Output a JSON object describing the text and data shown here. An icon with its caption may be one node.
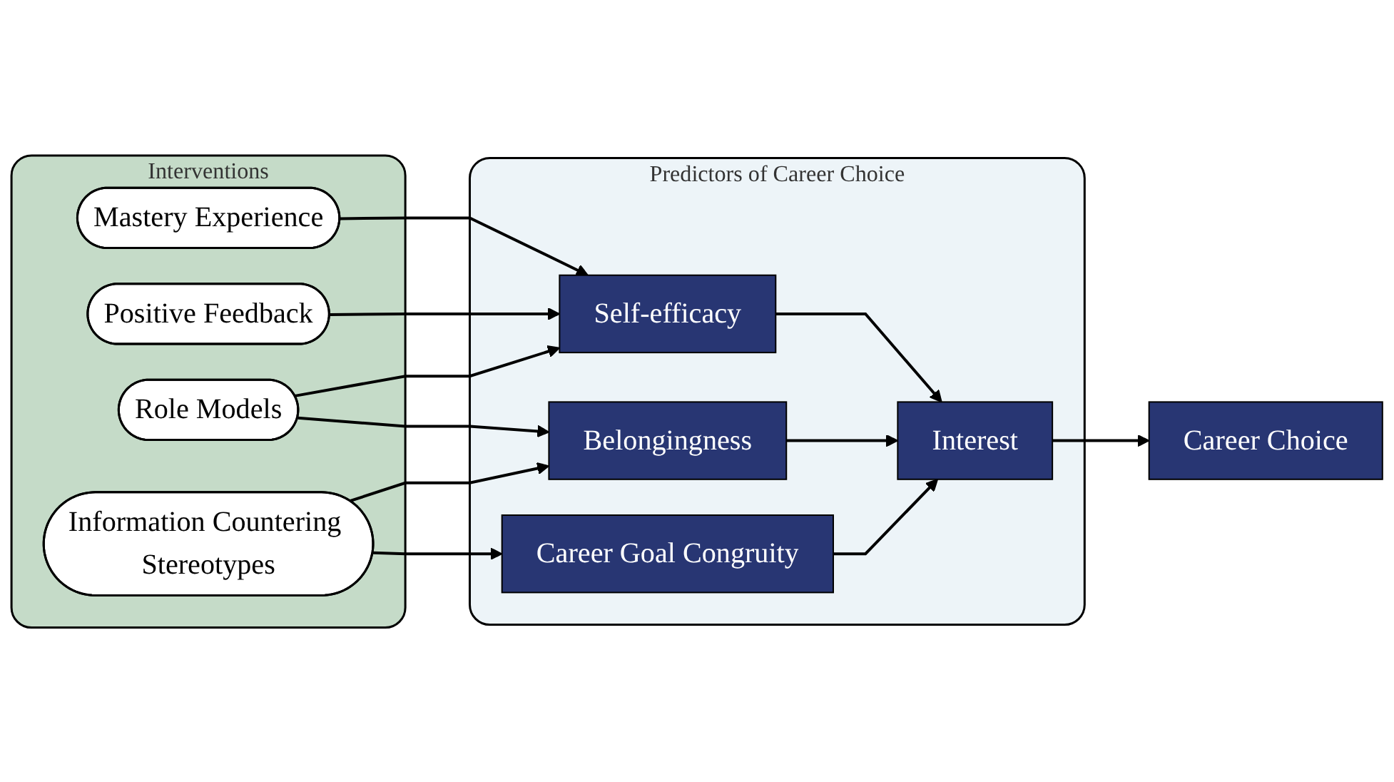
{
  "diagram": {
    "nodes": [
      {
        "text": [
          "Interventions"
        ]
      },
      {
        "text": [
          "Mastery Experience"
        ],
        "in": 0
      },
      {
        "text": [
          "Positive Feedback"
        ],
        "in": 0
      },
      {
        "text": [
          "Role Models"
        ],
        "in": 0
      },
      {
        "text": [
          "Information Countering Stereotypes"
        ],
        "in": 0
      },
      {
        "text": [
          "Predictors of Career Choice"
        ]
      },
      {
        "text": [
          "Self-efficacy"
        ],
        "in": 5
      },
      {
        "text": [
          "Belongingness"
        ],
        "in": 5
      },
      {
        "text": [
          "Career Goal Congruity"
        ],
        "in": 5
      },
      {
        "text": [
          "Interest"
        ],
        "in": 5
      },
      {
        "text": [
          "Career Choice"
        ]
      }
    ],
    "edges": [
      {
        "from": 1,
        "to": 6,
        "arrow": "to"
      },
      {
        "from": 2,
        "to": 6,
        "arrow": "to"
      },
      {
        "from": 3,
        "to": 6,
        "arrow": "to"
      },
      {
        "from": 3,
        "to": 7,
        "arrow": "to"
      },
      {
        "from": 4,
        "to": 7,
        "arrow": "to"
      },
      {
        "from": 4,
        "to": 8,
        "arrow": "to"
      },
      {
        "from": 6,
        "to": 9,
        "arrow": "to"
      },
      {
        "from": 7,
        "to": 9,
        "arrow": "to"
      },
      {
        "from": 8,
        "to": 9,
        "arrow": "to"
      },
      {
        "from": 9,
        "to": 10,
        "arrow": "to"
      }
    ]
  }
}
